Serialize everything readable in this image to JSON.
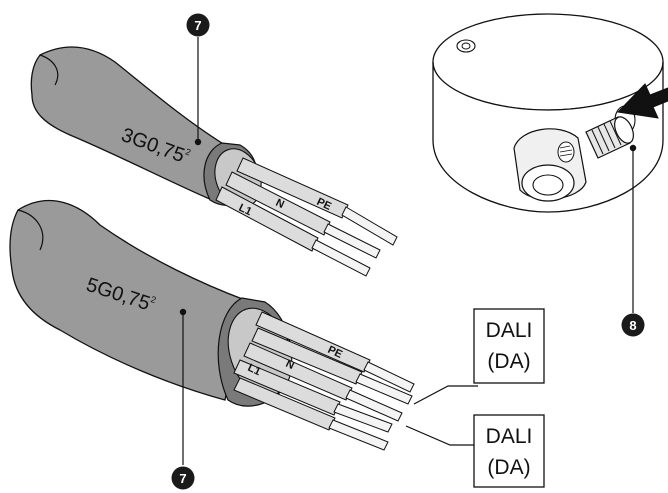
{
  "markers": {
    "top": "7",
    "bottom": "7",
    "right": "8"
  },
  "cables": {
    "upper": {
      "label": "3G0,75",
      "superscript": "2",
      "wires": [
        "L1",
        "N",
        "PE"
      ]
    },
    "lower": {
      "label": "5G0,75",
      "superscript": "2",
      "wires": [
        "L1",
        "N",
        "PE"
      ]
    }
  },
  "dali_labels": [
    {
      "line1": "DALI",
      "line2": "(DA)"
    },
    {
      "line1": "DALI",
      "line2": "(DA)"
    }
  ],
  "icons": [
    "arrow-icon",
    "screw-icon",
    "ceiling-canopy-icon"
  ],
  "colors": {
    "jacket": "#9a9a9a",
    "jacket_dark": "#6f6f6f",
    "wire": "#d9d9d9",
    "marker": "#1a1a1a"
  }
}
